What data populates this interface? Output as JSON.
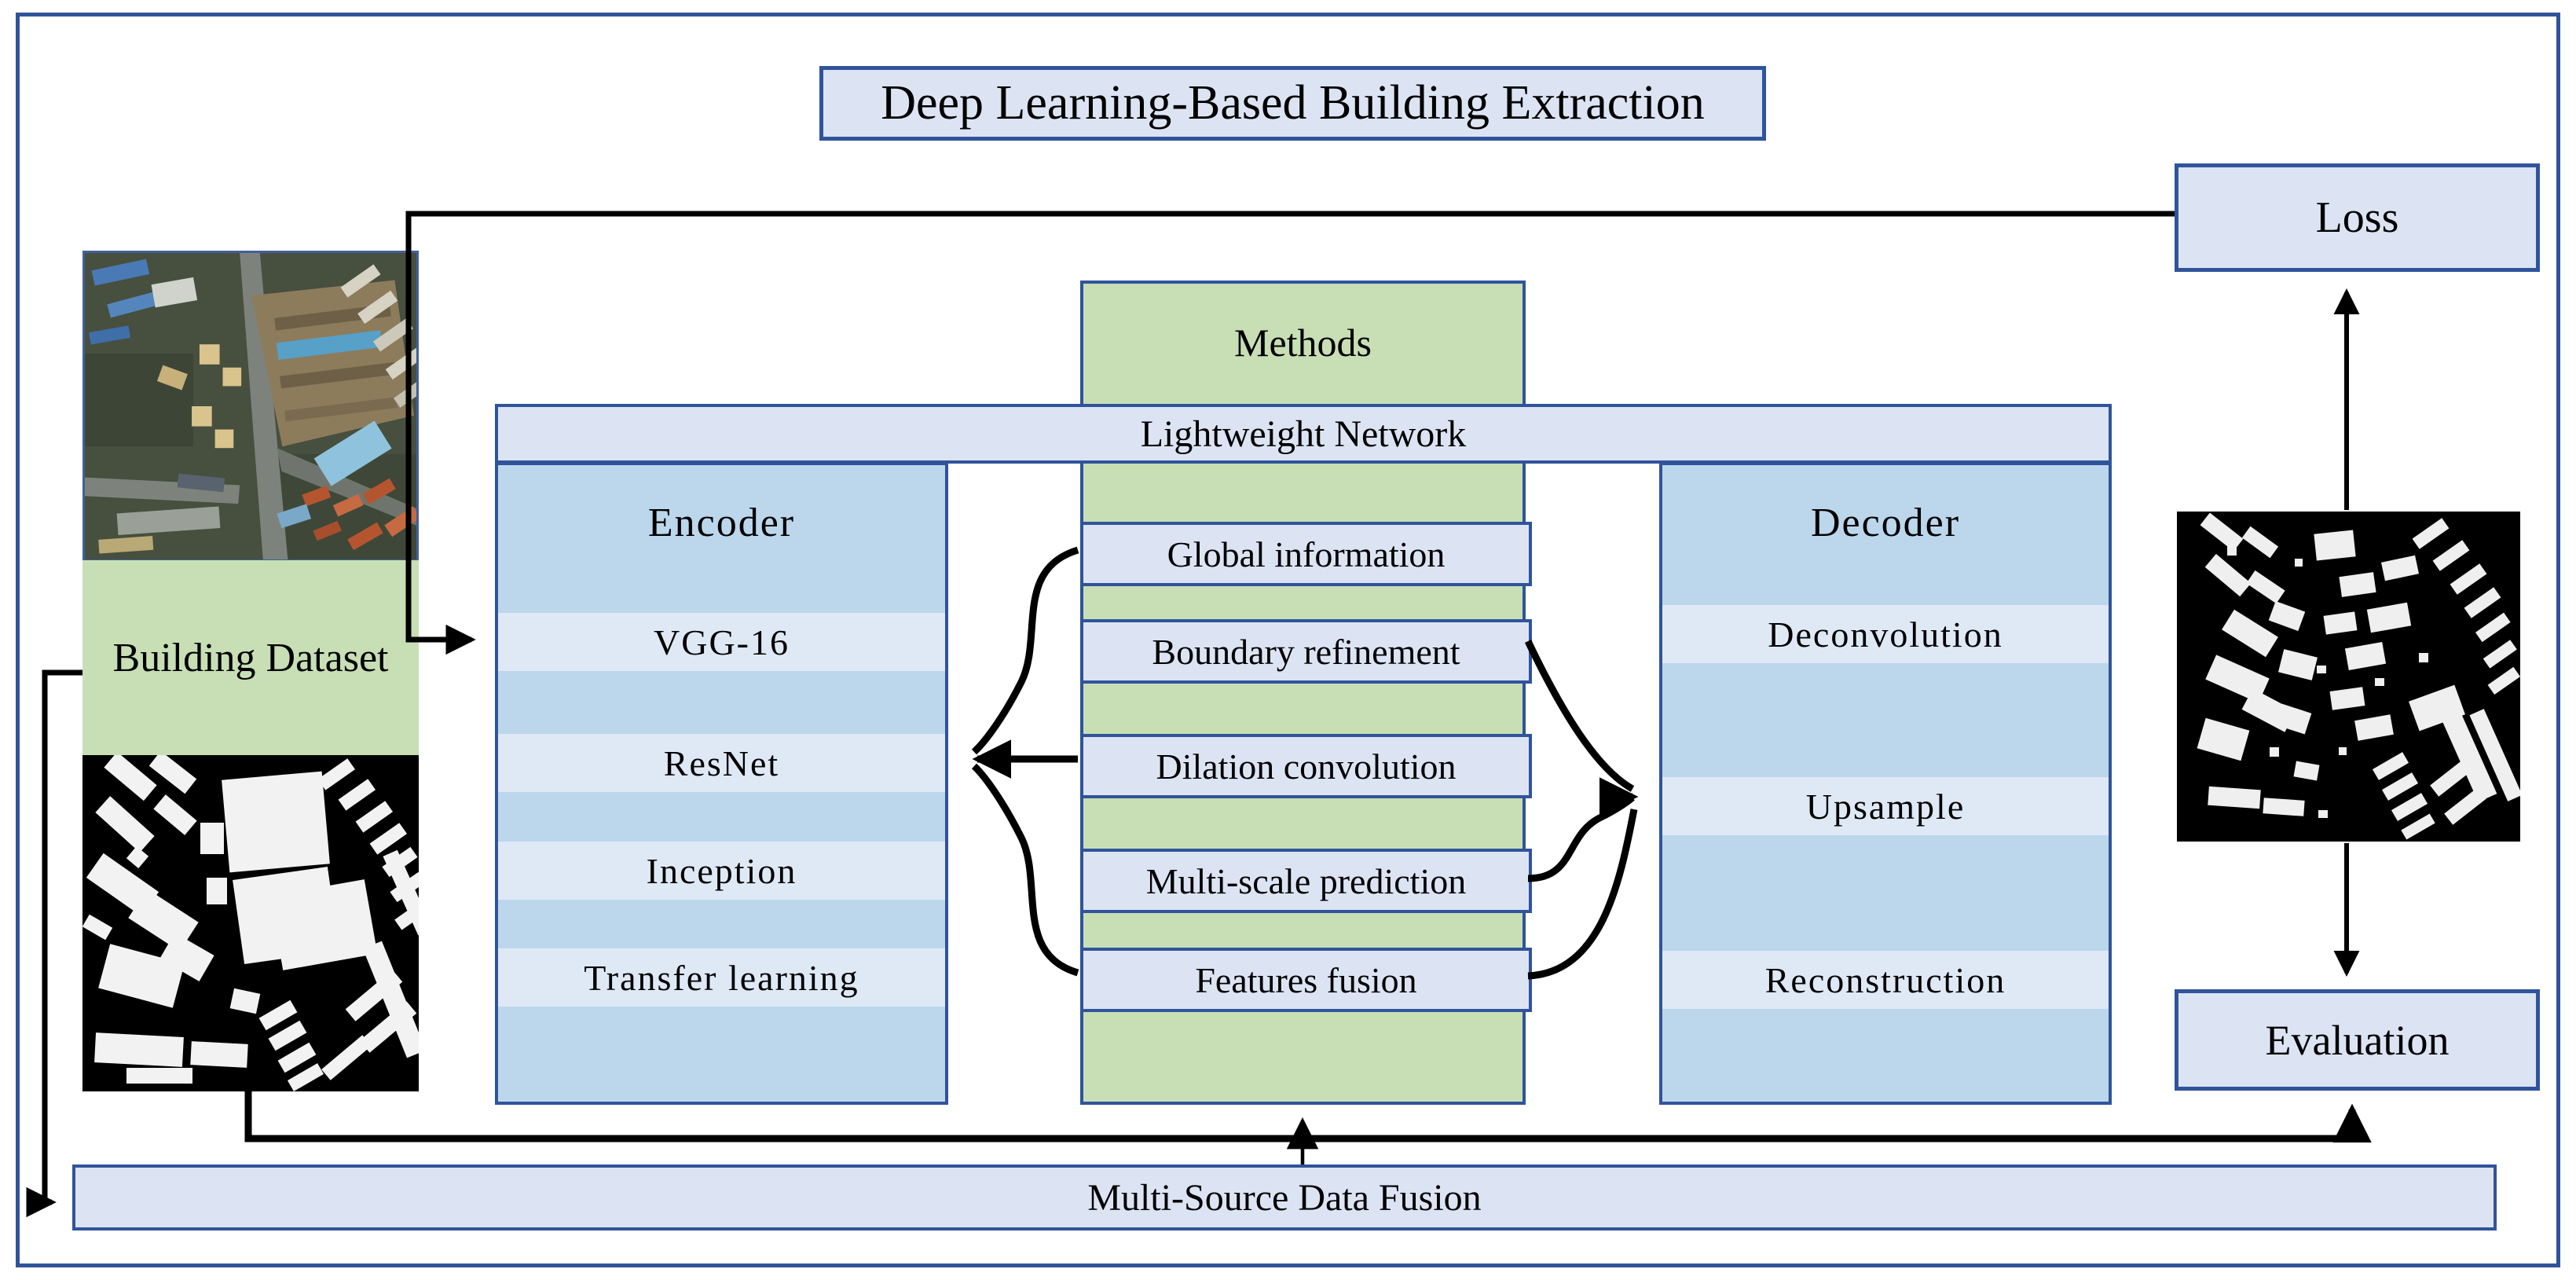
{
  "title": "Deep Learning-Based Building Extraction",
  "loss_label": "Loss",
  "evaluation_label": "Evaluation",
  "dataset": {
    "label": "Building Dataset"
  },
  "network": {
    "lightweight_label": "Lightweight Network",
    "encoder": {
      "title": "Encoder",
      "items": [
        "VGG-16",
        "ResNet",
        "Inception",
        "Transfer learning"
      ]
    },
    "methods": {
      "title": "Methods",
      "items": [
        "Global information",
        "Boundary refinement",
        "Dilation convolution",
        "Multi-scale prediction",
        "Features fusion"
      ]
    },
    "decoder": {
      "title": "Decoder",
      "items": [
        "Deconvolution",
        "Upsample",
        "Reconstruction"
      ]
    }
  },
  "bottom": {
    "fusion_label": "Multi-Source Data Fusion"
  },
  "images": {
    "input_aerial": "aerial-photo-thumbnail",
    "ground_truth_mask": "binary-building-mask",
    "predicted_mask": "predicted-binary-mask"
  },
  "colors": {
    "light_blue_fill": "#dce4f4",
    "medium_blue_fill": "#bcd7ec",
    "row_fill": "#dfe9f6",
    "green_fill": "#c8dfb5",
    "border_blue": "#30549b",
    "arrow_black": "#000000"
  }
}
